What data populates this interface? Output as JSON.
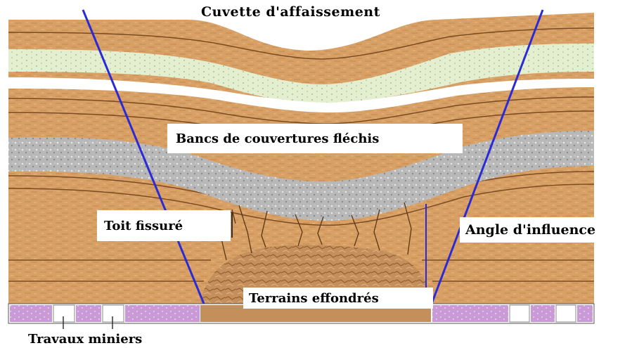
{
  "labels": {
    "title": "Cuvette d'affaissement",
    "bent_beds": "Bancs de couvertures fléchis",
    "cracked_roof": "Toit fissuré",
    "influence_angle": "Angle d'influence",
    "collapsed_ground": "Terrains effondrés",
    "mine_workings": "Travaux miniers"
  },
  "colors": {
    "rock_brown": "#d9a066",
    "rock_brown_dark": "#b87a44",
    "bedding_line": "#7a4a22",
    "pale_green_layer": "#e4efd2",
    "white_band": "#ffffff",
    "gray_conglomerate": "#b8b8b8",
    "collapse_rubble": "#c58f5c",
    "mine_pillar": "#c99ad6",
    "influence_line": "#2b2bd6",
    "text": "#000000"
  }
}
